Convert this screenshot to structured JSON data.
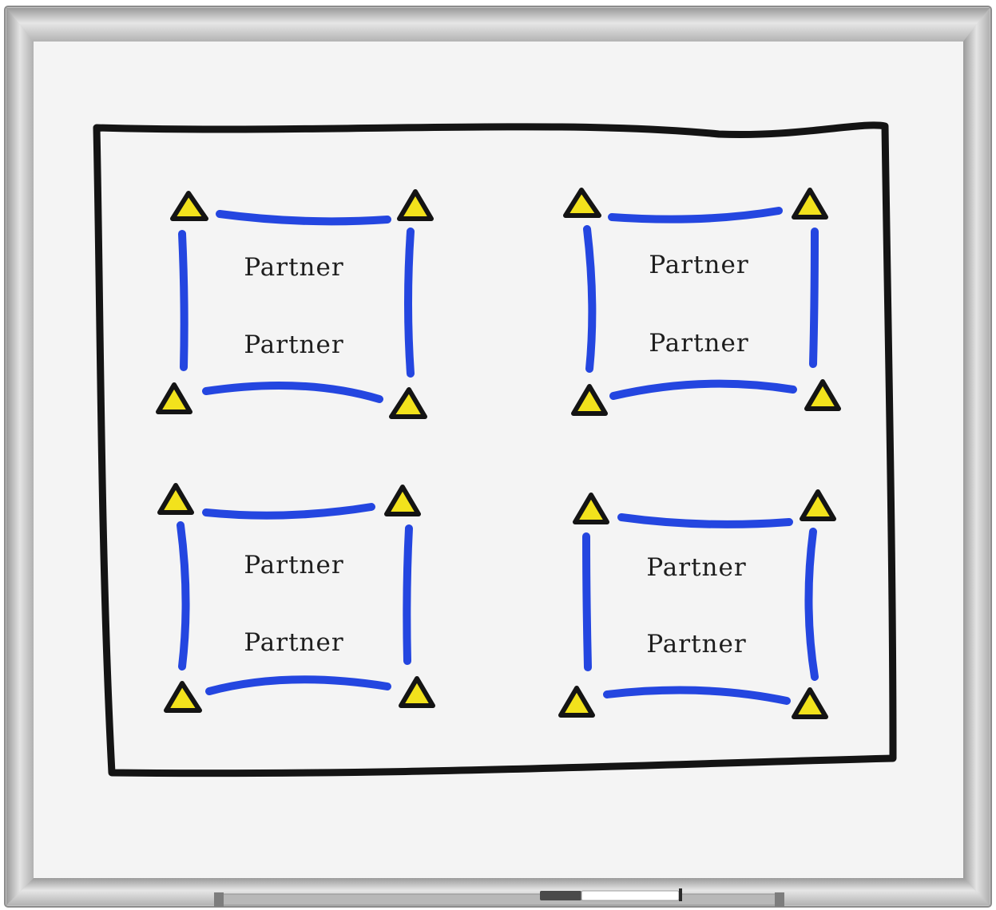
{
  "colors": {
    "frame": "#c9c9c9",
    "board": "#f4f4f4",
    "outline": "#141414",
    "rope": "#2446e0",
    "cone_fill": "#f2e21c",
    "cone_edge": "#141414"
  },
  "icons": {
    "cone": "cone-icon",
    "marker": "marker-icon"
  },
  "areas": [
    {
      "labels": [
        "Partner",
        "Partner"
      ]
    },
    {
      "labels": [
        "Partner",
        "Partner"
      ]
    },
    {
      "labels": [
        "Partner",
        "Partner"
      ]
    },
    {
      "labels": [
        "Partner",
        "Partner"
      ]
    }
  ]
}
